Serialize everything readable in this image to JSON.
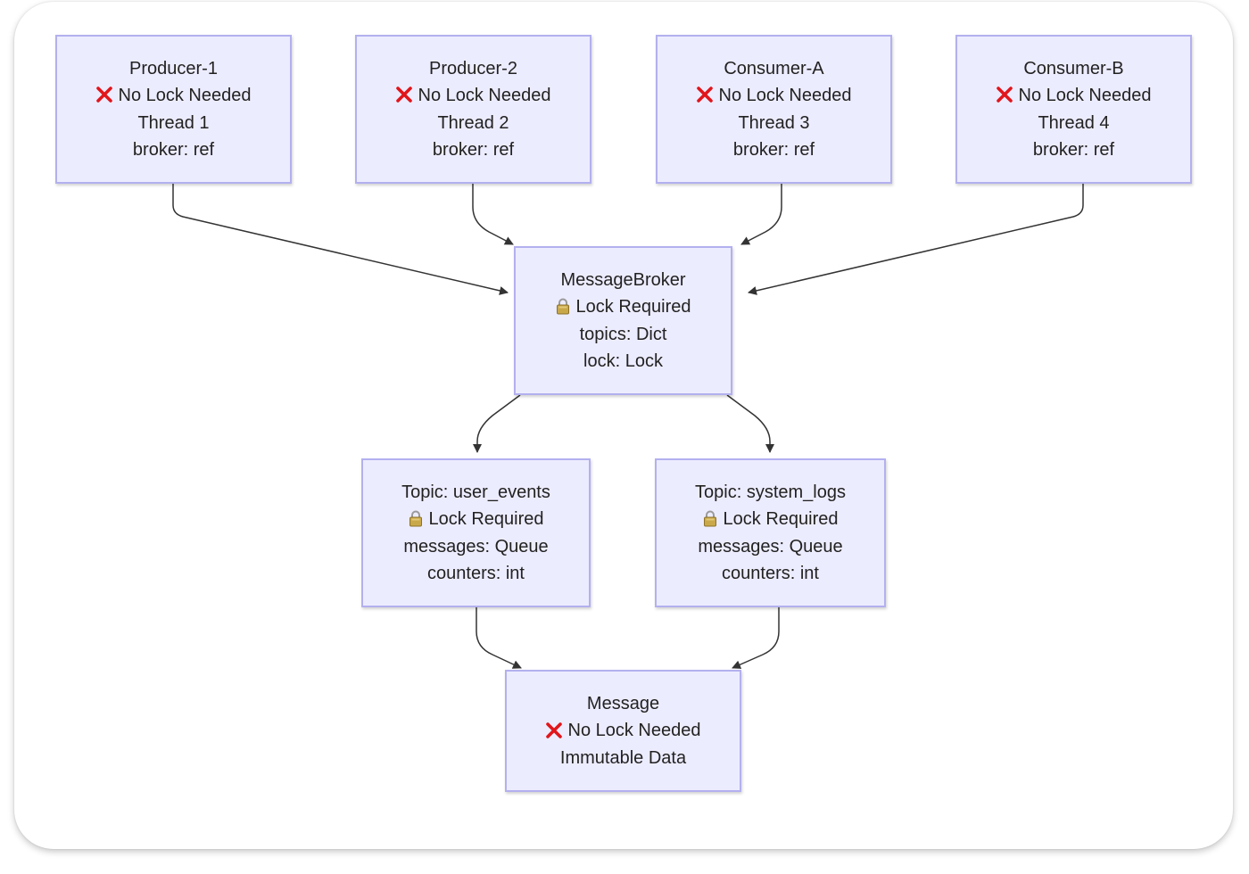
{
  "nodes": {
    "producer1": {
      "title": "Producer-1",
      "status": "No Lock Needed",
      "status_icon": "cross-icon",
      "lines": [
        "Thread 1",
        "broker: ref"
      ]
    },
    "producer2": {
      "title": "Producer-2",
      "status": "No Lock Needed",
      "status_icon": "cross-icon",
      "lines": [
        "Thread 2",
        "broker: ref"
      ]
    },
    "consumerA": {
      "title": "Consumer-A",
      "status": "No Lock Needed",
      "status_icon": "cross-icon",
      "lines": [
        "Thread 3",
        "broker: ref"
      ]
    },
    "consumerB": {
      "title": "Consumer-B",
      "status": "No Lock Needed",
      "status_icon": "cross-icon",
      "lines": [
        "Thread 4",
        "broker: ref"
      ]
    },
    "broker": {
      "title": "MessageBroker",
      "status": "Lock Required",
      "status_icon": "lock-icon",
      "lines": [
        "topics: Dict",
        "lock: Lock"
      ]
    },
    "topicUser": {
      "title": "Topic: user_events",
      "status": "Lock Required",
      "status_icon": "lock-icon",
      "lines": [
        "messages: Queue",
        "counters: int"
      ]
    },
    "topicSystem": {
      "title": "Topic: system_logs",
      "status": "Lock Required",
      "status_icon": "lock-icon",
      "lines": [
        "messages: Queue",
        "counters: int"
      ]
    },
    "message": {
      "title": "Message",
      "status": "No Lock Needed",
      "status_icon": "cross-icon",
      "lines": [
        "Immutable Data"
      ]
    }
  },
  "edges": [
    {
      "from": "Producer-1",
      "to": "MessageBroker"
    },
    {
      "from": "Producer-2",
      "to": "MessageBroker"
    },
    {
      "from": "Consumer-A",
      "to": "MessageBroker"
    },
    {
      "from": "Consumer-B",
      "to": "MessageBroker"
    },
    {
      "from": "MessageBroker",
      "to": "Topic: user_events"
    },
    {
      "from": "MessageBroker",
      "to": "Topic: system_logs"
    },
    {
      "from": "Topic: user_events",
      "to": "Message"
    },
    {
      "from": "Topic: system_logs",
      "to": "Message"
    }
  ],
  "colors": {
    "node_fill": "#ececff",
    "node_border": "#b3b0ef",
    "edge": "#333333",
    "cross": "#e0161b",
    "lock_body": "#c9a84a"
  }
}
